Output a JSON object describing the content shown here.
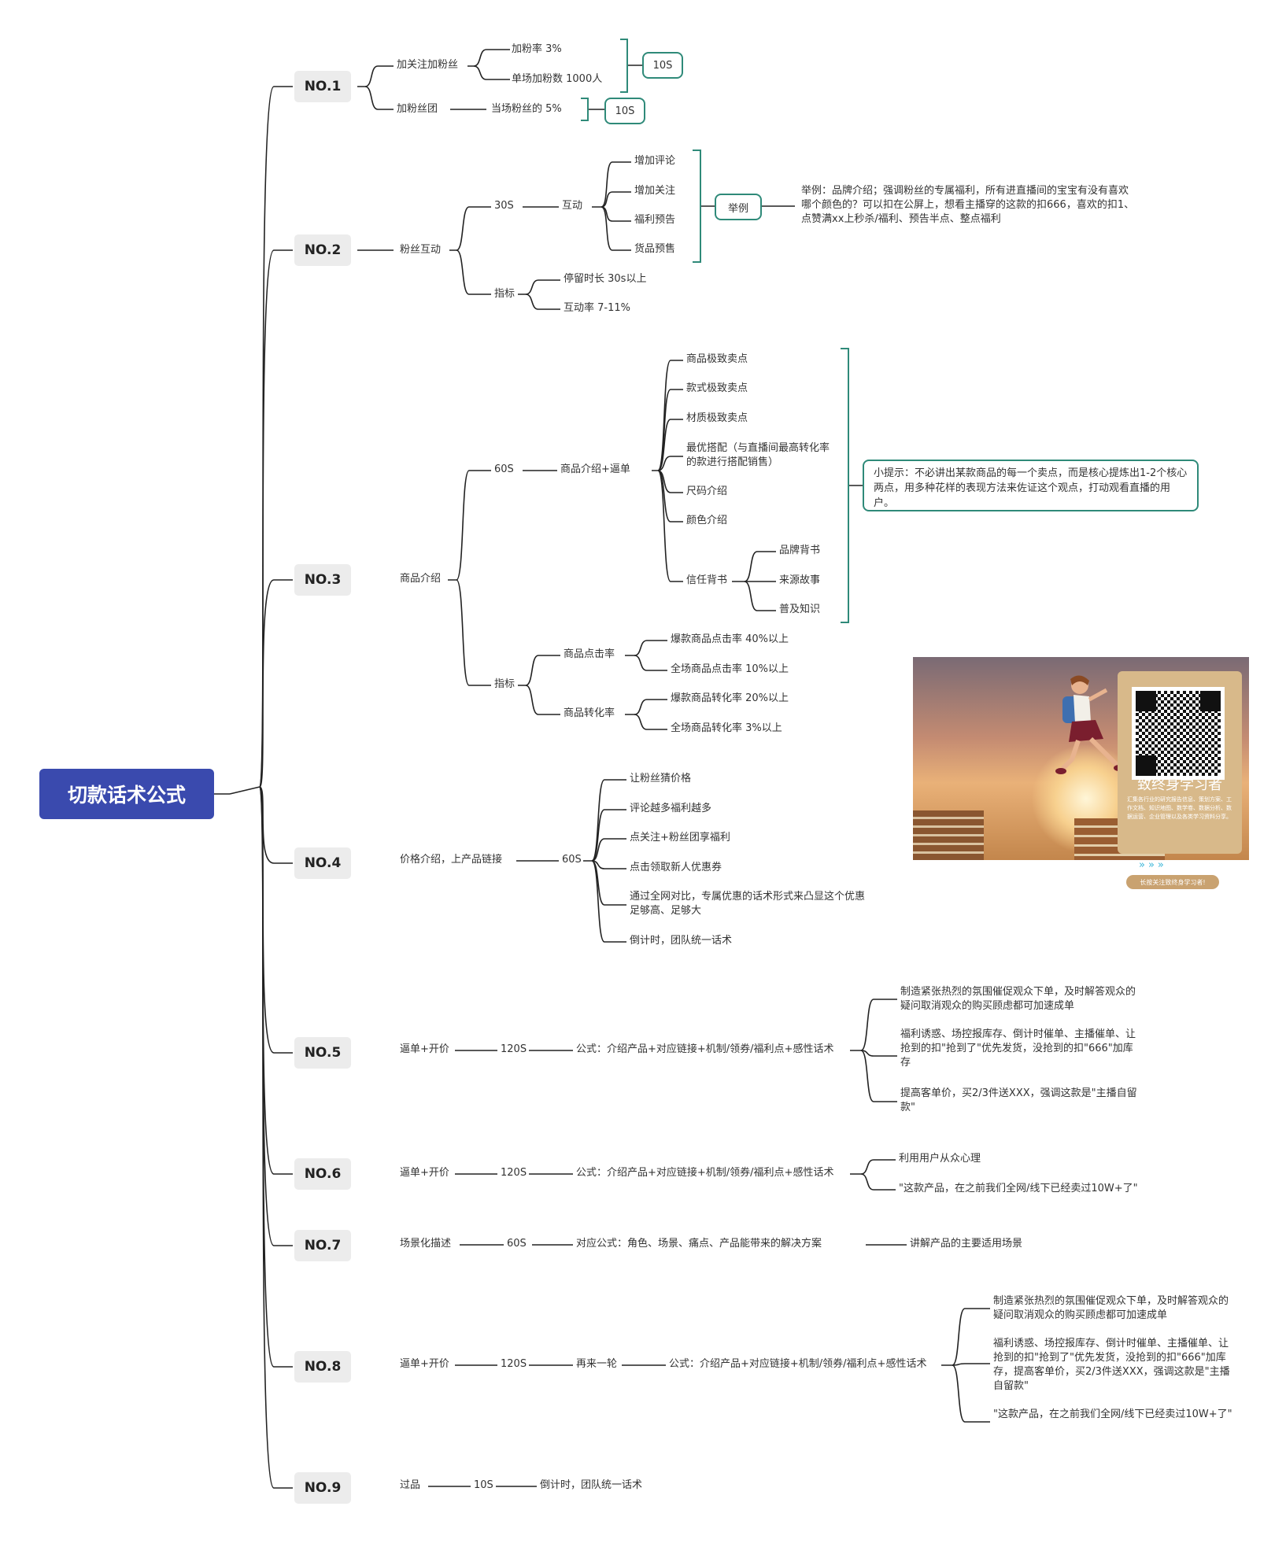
{
  "root": "切款话术公式",
  "sections": {
    "no1": {
      "label": "NO.1",
      "b1": "加关注加粉丝",
      "b1a": "加粉率  3%",
      "b1b": "单场加粉数  1000人",
      "b1box": "10S",
      "b2": "加粉丝团",
      "b2a": "当场粉丝的  5%",
      "b2box": "10S"
    },
    "no2": {
      "label": "NO.2",
      "b1": "粉丝互动",
      "time": "30S",
      "interact": "互动",
      "items": [
        "增加评论",
        "增加关注",
        "福利预告",
        "货品预售"
      ],
      "examplebox": "举例",
      "example": "举例：品牌介绍；强调粉丝的专属福利，所有进直播间的宝宝有没有喜欢哪个颜色的？可以扣在公屏上，想看主播穿的这款的扣666，喜欢的扣1、点赞满xx上秒杀/福利、预告半点、整点福利",
      "metric": "指标",
      "m1": "停留时长    30s以上",
      "m2": "互动率    7-11%"
    },
    "no3": {
      "label": "NO.3",
      "b1": "商品介绍",
      "time": "60S",
      "intro": "商品介绍+逼单",
      "items": [
        "商品极致卖点",
        "款式极致卖点",
        "材质极致卖点",
        "最优搭配（与直播间最高转化率的款进行搭配销售）",
        "尺码介绍",
        "颜色介绍"
      ],
      "trust": "信任背书",
      "trust_items": [
        "品牌背书",
        "来源故事",
        "普及知识"
      ],
      "tip": "小提示：不必讲出某款商品的每一个卖点，而是核心提炼出1-2个核心两点，用多种花样的表现方法来佐证这个观点，打动观看直播的用户。",
      "metric": "指标",
      "click": "商品点击率",
      "click_items": [
        "爆款商品点击率  40%以上",
        "全场商品点击率  10%以上"
      ],
      "conv": "商品转化率",
      "conv_items": [
        "爆款商品转化率  20%以上",
        "全场商品转化率  3%以上"
      ]
    },
    "no4": {
      "label": "NO.4",
      "b1": "价格介绍，上产品链接",
      "time": "60S",
      "items": [
        "让粉丝猜价格",
        "评论越多福利越多",
        "点关注+粉丝团享福利",
        "点击领取新人优惠券",
        "通过全网对比，专属优惠的话术形式来凸显这个优惠足够高、足够大",
        "倒计时，团队统一话术"
      ]
    },
    "no5": {
      "label": "NO.5",
      "b1": "逼单+开价",
      "time": "120S",
      "formula": "公式：介绍产品+对应链接+机制/领券/福利点+感性话术",
      "items": [
        "制造紧张热烈的氛围催促观众下单，及时解答观众的疑问取消观众的购买顾虑都可加速成单",
        "福利诱惑、场控报库存、倒计时催单、主播催单、让抢到的扣\"抢到了\"优先发货，没抢到的扣\"666\"加库存",
        "提高客单价，买2/3件送XXX，强调这款是\"主播自留款\""
      ]
    },
    "no6": {
      "label": "NO.6",
      "b1": "逼单+开价",
      "time": "120S",
      "formula": "公式：介绍产品+对应链接+机制/领券/福利点+感性话术",
      "items": [
        "利用用户从众心理",
        "\"这款产品，在之前我们全网/线下已经卖过10W+了\""
      ]
    },
    "no7": {
      "label": "NO.7",
      "b1": "场景化描述",
      "time": "60S",
      "formula": "对应公式：角色、场景、痛点、产品能带来的解决方案",
      "result": "讲解产品的主要适用场景"
    },
    "no8": {
      "label": "NO.8",
      "b1": "逼单+开价",
      "time": "120S",
      "again": "再来一轮",
      "formula": "公式：介绍产品+对应链接+机制/领券/福利点+感性话术",
      "items": [
        "制造紧张热烈的氛围催促观众下单，及时解答观众的疑问取消观众的购买顾虑都可加速成单",
        "福利诱惑、场控报库存、倒计时催单、主播催单、让抢到的扣\"抢到了\"优先发货，没抢到的扣\"666\"加库存，提高客单价，买2/3件送XXX，强调这款是\"主播自留款\"",
        "\"这款产品，在之前我们全网/线下已经卖过10W+了\""
      ]
    },
    "no9": {
      "label": "NO.9",
      "b1": "过品",
      "time": "10S",
      "result": "倒计时，团队统一话术"
    }
  },
  "ad": {
    "qr_title": "致终身学习者",
    "qr_desc": "汇集各行业的研究报告信息、策划方案、工作文档、知识地图、数学卷、数据分析、数据运营、企业管理以及各类学习资料分享。",
    "footer": "长按关注致终身学习者!",
    "arrows": "»»»"
  },
  "colors": {
    "root": "#3a4aae",
    "accent": "#2f8a79",
    "node": "#ececec"
  }
}
